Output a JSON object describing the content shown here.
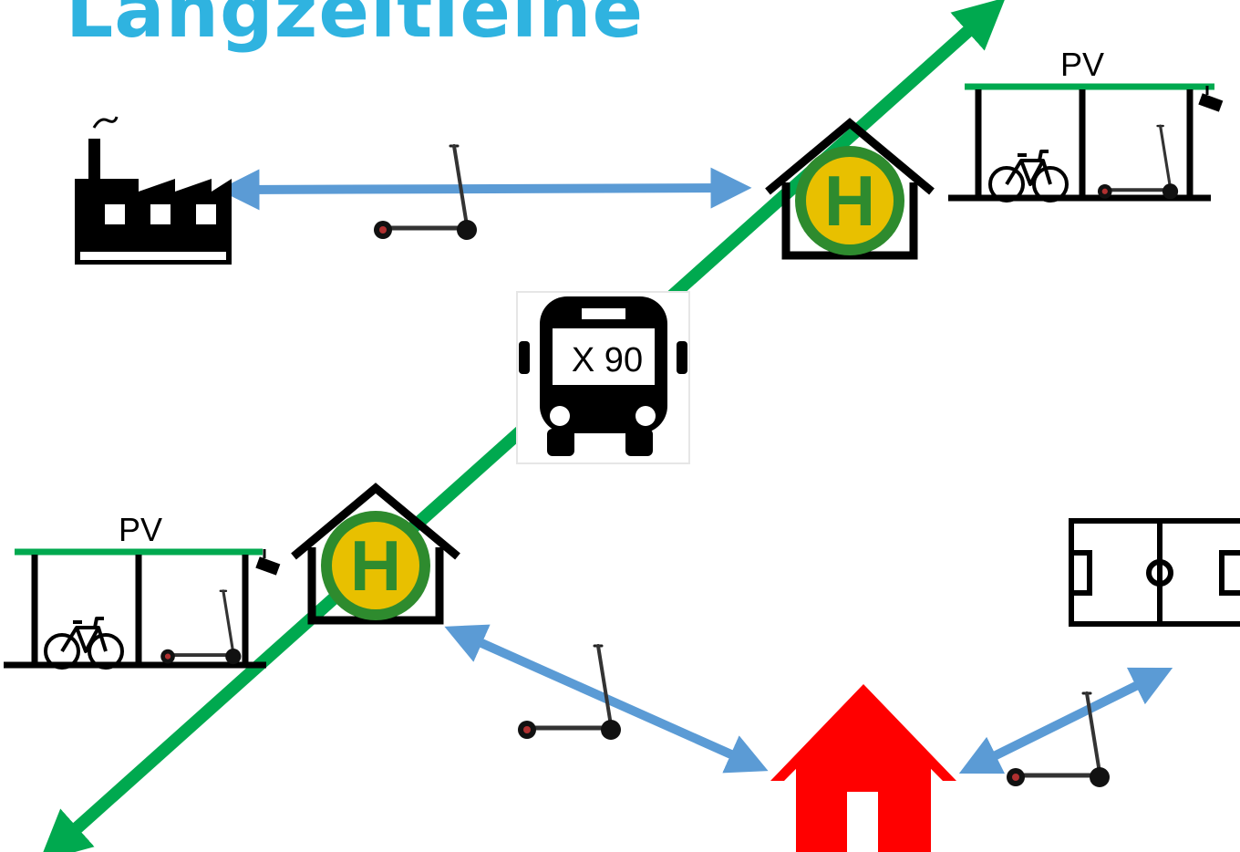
{
  "title": "Langzeitleine",
  "bus": {
    "label": "X 90"
  },
  "shelters": [
    {
      "label": "PV",
      "position": "top-right"
    },
    {
      "label": "PV",
      "position": "left"
    }
  ],
  "colors": {
    "title": "#2fb3e0",
    "main_line": "#00a94f",
    "connector_arrow": "#5b9bd5",
    "home": "#ff0000",
    "stop_sign_outer": "#2e8b2e",
    "stop_sign_inner": "#e8c000",
    "pv_roof": "#00a94f"
  },
  "icons": [
    "factory-icon",
    "e-scooter-icon",
    "bus-stop-house-icon",
    "bus-icon",
    "bicycle-icon",
    "pv-shelter-icon",
    "camera-icon",
    "football-pitch-icon",
    "home-icon"
  ]
}
